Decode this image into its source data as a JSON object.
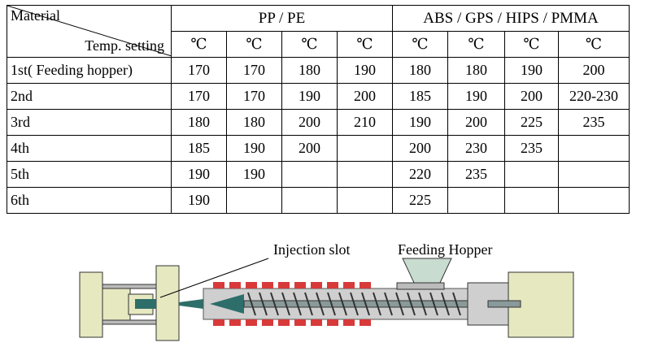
{
  "table": {
    "corner_top": "Material",
    "corner_bottom": "Temp. setting",
    "groups": [
      "PP / PE",
      "ABS / GPS / HIPS / PMMA"
    ],
    "unit": "℃",
    "rows": [
      {
        "label": "1st( Feeding hopper)",
        "values": [
          "170",
          "170",
          "180",
          "190",
          "180",
          "180",
          "190",
          "200"
        ]
      },
      {
        "label": "2nd",
        "values": [
          "170",
          "170",
          "190",
          "200",
          "185",
          "190",
          "200",
          "220-230"
        ]
      },
      {
        "label": "3rd",
        "values": [
          "180",
          "180",
          "200",
          "210",
          "190",
          "200",
          "225",
          "235"
        ]
      },
      {
        "label": "4th",
        "values": [
          "185",
          "190",
          "200",
          "",
          "200",
          "230",
          "235",
          ""
        ]
      },
      {
        "label": "5th",
        "values": [
          "190",
          "190",
          "",
          "",
          "220",
          "235",
          "",
          ""
        ]
      },
      {
        "label": "6th",
        "values": [
          "190",
          "",
          "",
          "",
          "225",
          "",
          "",
          ""
        ]
      }
    ]
  },
  "diagram": {
    "injection_slot_label": "Injection slot",
    "feeding_hopper_label": "Feeding Hopper"
  },
  "colors": {
    "mold": "#e6e8c0",
    "nozzle": "#2e6e6a",
    "heater": "#d83a3a",
    "barrel": "#cfcfcf",
    "hopper": "#c8dcd0"
  }
}
